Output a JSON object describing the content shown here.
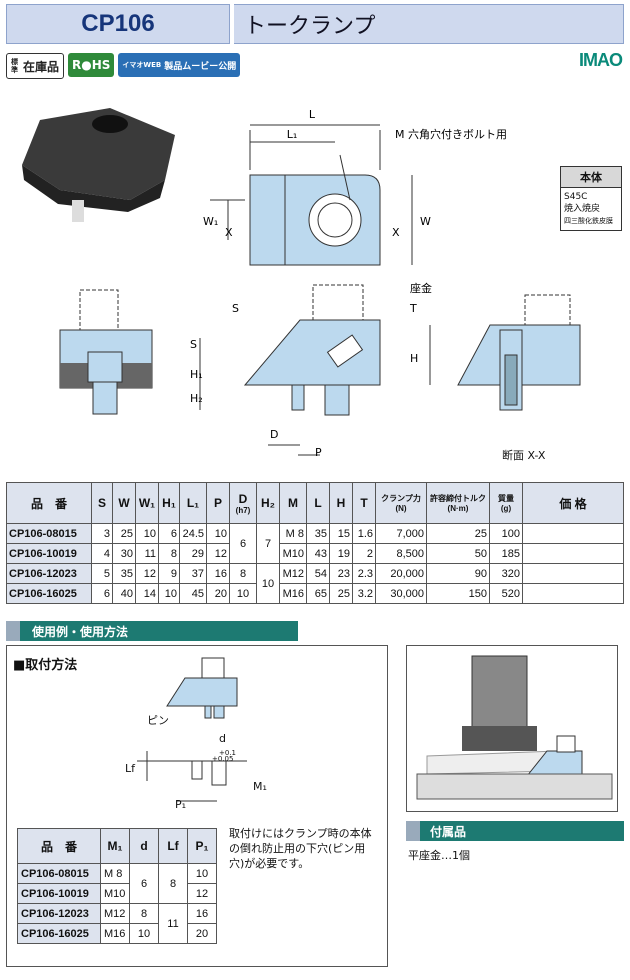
{
  "header": {
    "code": "CP106",
    "name": "トークランプ"
  },
  "badges": {
    "stock_small": "標準",
    "stock": "在庫品",
    "rohs": "R●HS",
    "web_small": "イマオWEB",
    "web": "製品ムービー公開"
  },
  "logo": "IMAO",
  "labels": {
    "L": "L",
    "L1": "L₁",
    "M_note": "M 六角穴付きボルト用",
    "W": "W",
    "W1": "W₁",
    "X": "X",
    "S": "S",
    "T": "T",
    "H": "H",
    "H1": "H₁",
    "H2": "H₂",
    "D": "D",
    "P": "P",
    "zakin": "座金"
  },
  "section_note": "断面 X-X",
  "material": {
    "header": "本体",
    "lines": [
      "S45C",
      "焼入焼戻",
      "四三酸化鉄皮膜"
    ]
  },
  "spec": {
    "headers": [
      "品　番",
      "S",
      "W",
      "W₁",
      "H₁",
      "L₁",
      "P",
      "D",
      "(h7)",
      "H₂",
      "M",
      "L",
      "H",
      "T",
      "クランプ力",
      "(N)",
      "許容締付トルク",
      "(N·m)",
      "質量",
      "(g)",
      "価 格"
    ],
    "rows": [
      {
        "code": "CP106-08015",
        "S": "3",
        "W": "25",
        "W1": "10",
        "H1": "6",
        "L1": "24.5",
        "P": "10",
        "M": "M 8",
        "L": "35",
        "H": "15",
        "T": "1.6",
        "F": "7,000",
        "Tq": "25",
        "G": "100"
      },
      {
        "code": "CP106-10019",
        "S": "4",
        "W": "30",
        "W1": "11",
        "H1": "8",
        "L1": "29",
        "P": "12",
        "M": "M10",
        "L": "43",
        "H": "19",
        "T": "2",
        "F": "8,500",
        "Tq": "50",
        "G": "185"
      },
      {
        "code": "CP106-12023",
        "S": "5",
        "W": "35",
        "W1": "12",
        "H1": "9",
        "L1": "37",
        "P": "16",
        "M": "M12",
        "L": "54",
        "H": "23",
        "T": "2.3",
        "F": "20,000",
        "Tq": "90",
        "G": "320"
      },
      {
        "code": "CP106-16025",
        "S": "6",
        "W": "40",
        "W1": "14",
        "H1": "10",
        "L1": "45",
        "P": "20",
        "M": "M16",
        "L": "65",
        "H": "25",
        "T": "3.2",
        "F": "30,000",
        "Tq": "150",
        "G": "520"
      }
    ],
    "merged": {
      "D_a": "6",
      "D_b": "8",
      "D_c": "10",
      "H2_a": "7",
      "H2_b": "10"
    }
  },
  "usage": {
    "bar": "使用例・使用方法",
    "title": "■取付方法",
    "pin": "ピン",
    "d": "d",
    "tol_up": "+0.1",
    "tol_dn": "+0.05",
    "Lf": "Lf",
    "M1": "M₁",
    "P1": "P₁",
    "note": "取付けにはクランプ時の本体の倒れ防止用の下穴(ピン用穴)が必要です。",
    "table": {
      "headers": [
        "品　番",
        "M₁",
        "d",
        "Lf",
        "P₁"
      ],
      "rows": [
        {
          "code": "CP106-08015",
          "M1": "M 8",
          "P1": "10"
        },
        {
          "code": "CP106-10019",
          "M1": "M10",
          "P1": "12"
        },
        {
          "code": "CP106-12023",
          "M1": "M12",
          "P1": "16"
        },
        {
          "code": "CP106-16025",
          "M1": "M16",
          "P1": "20"
        }
      ],
      "merged": {
        "d_a": "6",
        "d_b": "8",
        "d_c": "10",
        "Lf_a": "8",
        "Lf_b": "11"
      }
    }
  },
  "accessory": {
    "bar": "付属品",
    "text": "平座金…1個"
  },
  "colors": {
    "accent": "#1d7a72",
    "header_bg": "#cfd9ee",
    "part": "#bcd9ee"
  }
}
